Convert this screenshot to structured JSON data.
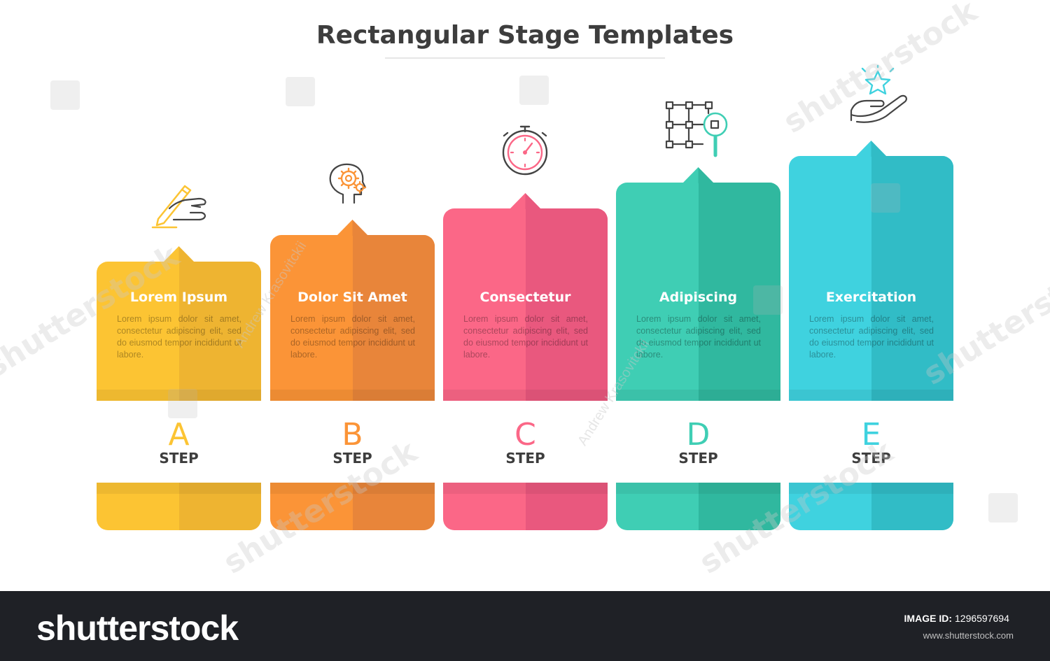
{
  "title": "Rectangular Stage Templates",
  "steps": [
    {
      "letter": "A",
      "step_word": "STEP",
      "title": "Lorem Ipsum",
      "text": "Lorem ipsum dolor sit amet, consectetur adipiscing elit, sed do eiusmod tempor incididunt ut labore.",
      "color": "#fcc433",
      "color_dark": "#eeb431",
      "icon": "hand-writing-pencil-icon"
    },
    {
      "letter": "B",
      "step_word": "STEP",
      "title": "Dolor Sit Amet",
      "text": "Lorem ipsum dolor sit amet, consectetur adipiscing elit, sed do eiusmod tempor incididunt ut labore.",
      "color": "#fb9437",
      "color_dark": "#e8853a",
      "icon": "head-gears-icon"
    },
    {
      "letter": "C",
      "step_word": "STEP",
      "title": "Consectetur",
      "text": "Lorem ipsum dolor sit amet, consectetur adipiscing elit, sed do eiusmod tempor incididunt ut labore.",
      "color": "#fb6787",
      "color_dark": "#e9587e",
      "icon": "stopwatch-icon"
    },
    {
      "letter": "D",
      "step_word": "STEP",
      "title": "Adipiscing",
      "text": "Lorem ipsum dolor sit amet, consectetur adipiscing elit, sed do eiusmod tempor incididunt ut labore.",
      "color": "#3fceb4",
      "color_dark": "#30b89f",
      "icon": "network-magnifier-icon"
    },
    {
      "letter": "E",
      "step_word": "STEP",
      "title": "Exercitation",
      "text": "Lorem ipsum dolor sit amet, consectetur adipiscing elit, sed do eiusmod tempor incididunt ut labore.",
      "color": "#3fd2df",
      "color_dark": "#31bcc6",
      "icon": "hand-star-icon"
    }
  ],
  "watermarks": {
    "brand": "shutterstock",
    "author": "Andrew Krasovitckii"
  },
  "footer": {
    "logo": "shutterstock",
    "image_id_label": "IMAGE ID:",
    "image_id": "1296597694",
    "url": "www.shutterstock.com"
  }
}
